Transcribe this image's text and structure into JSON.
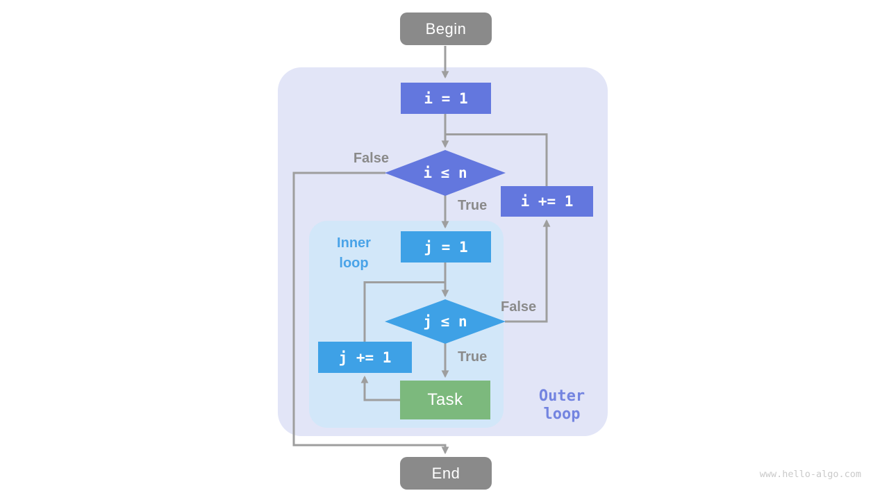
{
  "watermark": "www.hello-algo.com",
  "colors": {
    "terminal_node_bg": "#8A8A8A",
    "outer_loop_node_bg": "#6377DE",
    "inner_loop_node_bg": "#3EA1E6",
    "task_node_bg": "#7CB97D",
    "connector_line": "#9E9E9E",
    "edge_label_text": "#8A8A8A",
    "outer_region_bg": "#E2E5F7",
    "inner_region_bg": "#D2E7F9",
    "inner_region_label_text": "#49A3E8",
    "outer_region_label_text": "#7384E0",
    "watermark_text": "#C9C9C9",
    "node_text": "#FFFFFF"
  },
  "nodes": {
    "begin": "Begin",
    "init_i": "i = 1",
    "cond_i": "i ≤ n",
    "inc_i": "i += 1",
    "init_j": "j = 1",
    "cond_j": "j ≤ n",
    "inc_j": "j += 1",
    "task": "Task",
    "end": "End"
  },
  "edge_labels": {
    "outer_false": "False",
    "outer_true": "True",
    "inner_false": "False",
    "inner_true": "True"
  },
  "regions": {
    "inner_label": "Inner\nloop",
    "outer_label": "Outer\nloop"
  }
}
